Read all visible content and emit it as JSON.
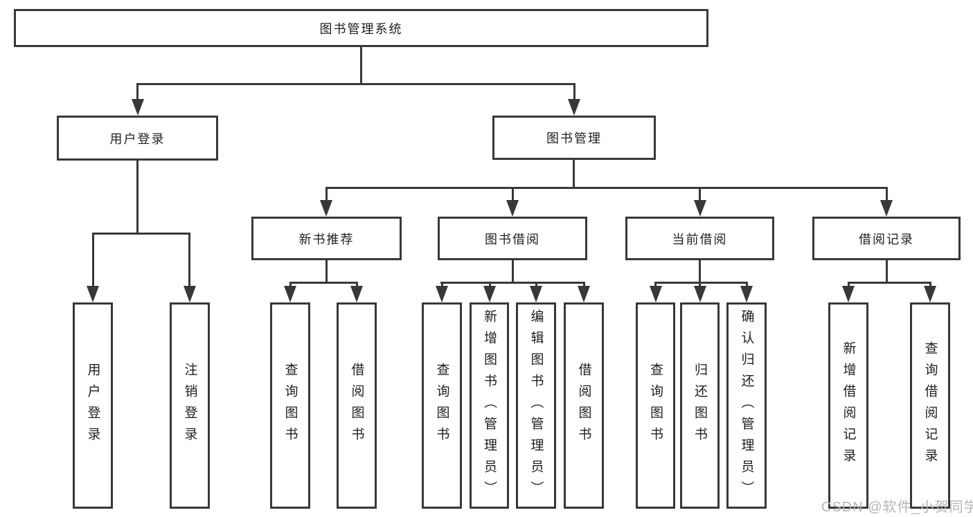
{
  "tree": {
    "root": "图书管理系统",
    "branches": [
      {
        "label": "用户登录",
        "leaves": [
          "用户登录",
          "注销登录"
        ]
      },
      {
        "label": "图书管理",
        "groups": [
          {
            "label": "新书推荐",
            "leaves": [
              "查询图书",
              "借阅图书"
            ]
          },
          {
            "label": "图书借阅",
            "leaves": [
              "查询图书",
              "新增图书（管理员）",
              "编辑图书（管理员）",
              "借阅图书"
            ]
          },
          {
            "label": "当前借阅",
            "leaves": [
              "查询图书",
              "归还图书",
              "确认归还（管理员）"
            ]
          },
          {
            "label": "借阅记录",
            "leaves": [
              "新增借阅记录",
              "查询借阅记录"
            ]
          }
        ]
      }
    ]
  },
  "watermark": {
    "text": "CSDN @软件_小贺同学"
  },
  "colors": {
    "line": "#383838",
    "box_border": "#383838",
    "box_fill": "#ffffff",
    "text": "#1f1f1f",
    "watermark": "#b5b5b5",
    "background": "#ffffff"
  }
}
